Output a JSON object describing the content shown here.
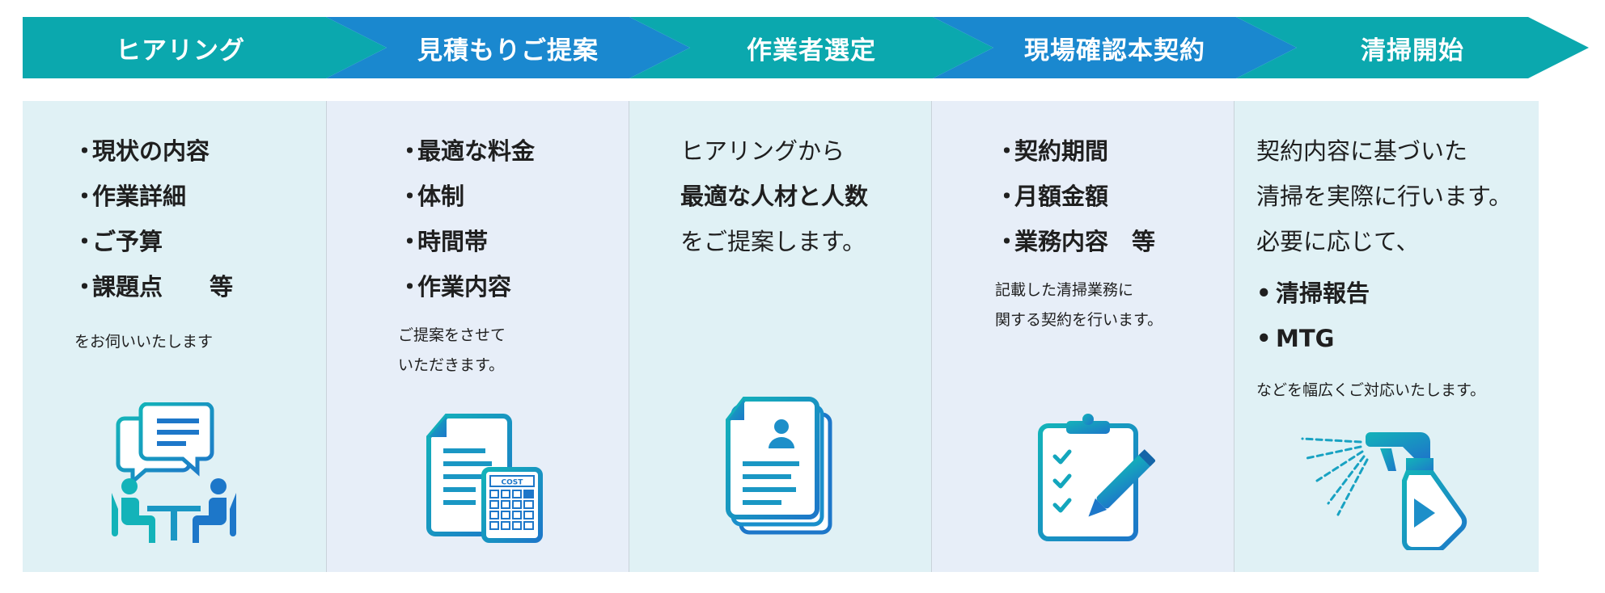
{
  "steps": [
    {
      "label": "ヒアリング"
    },
    {
      "label": "見積もりご提案"
    },
    {
      "label": "作業者選定"
    },
    {
      "label": "現場確認本契約"
    },
    {
      "label": "清掃開始"
    }
  ],
  "colors": {
    "teal": "#0ba8ae",
    "blue": "#1a88cf",
    "panel_teal": "#e0f1f5",
    "panel_blue": "#e7eef8",
    "text": "#1f1f1f"
  },
  "panels": {
    "hearing": {
      "bullets": [
        "現状の内容",
        "作業詳細",
        "ご予算",
        "課題点　　等"
      ],
      "note": "をお伺いいたします"
    },
    "estimate": {
      "bullets": [
        "最適な料金",
        "体制",
        "時間帯",
        "作業内容"
      ],
      "note_lines": [
        "ご提案をさせて",
        "いただきます。"
      ]
    },
    "selection": {
      "line1": "ヒアリングから",
      "line2": "最適な人材と人数",
      "line3": "をご提案します。"
    },
    "contract": {
      "bullets": [
        "契約期間",
        "月額金額",
        "業務内容　等"
      ],
      "note_lines": [
        "記載した清掃業務に",
        "関する契約を行います。"
      ]
    },
    "cleaning": {
      "lines": [
        "契約内容に基づいた",
        "清掃を実際に行います。",
        "必要に応じて、"
      ],
      "bullets": [
        "清掃報告",
        "MTG"
      ],
      "note": "などを幅広くご対応いたします。"
    }
  },
  "icons": {
    "hearing": "meeting-chat-icon",
    "estimate": "document-calculator-icon",
    "selection": "resume-documents-icon",
    "contract": "clipboard-checklist-pen-icon",
    "cleaning": "spray-bottle-icon",
    "calculator_text": "COST"
  }
}
